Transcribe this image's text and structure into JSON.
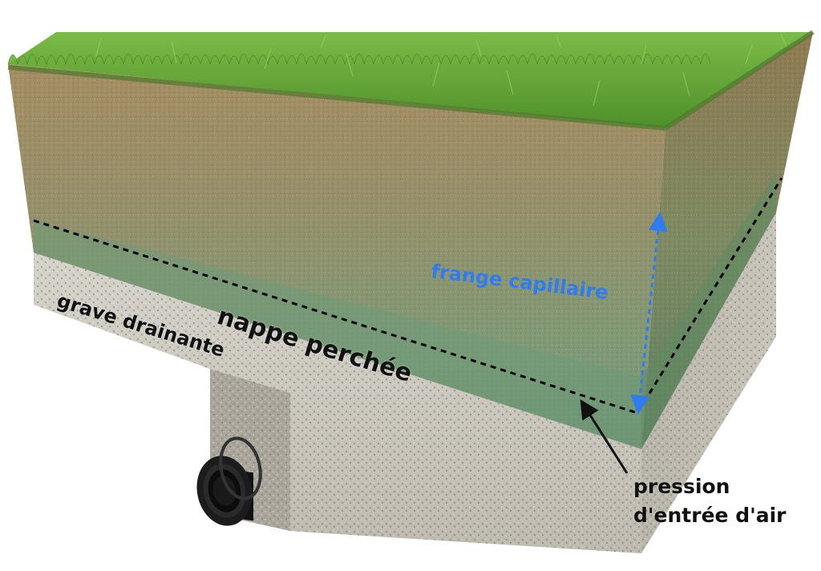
{
  "labels": {
    "gravel": "grave drainante",
    "perched_water": "nappe perchée",
    "capillary_fringe": "frange capillaire",
    "air_entry_line1": "pression",
    "air_entry_line2": "d'entrée d'air"
  },
  "colors": {
    "grass": "#5f9e35",
    "grass_dark": "#3f7a22",
    "soil_top": "#9a8a5e",
    "soil_green": "#7e9873",
    "gravel": "#c9c6bd",
    "dashed_line": "#000000",
    "capillary_arrow": "#2f7cf0",
    "label_dark": "#111111",
    "pipe": "#1c1c1c"
  },
  "icons": {
    "pipe": "drain-pipe-icon",
    "arrow": "pointer-arrow-icon"
  }
}
